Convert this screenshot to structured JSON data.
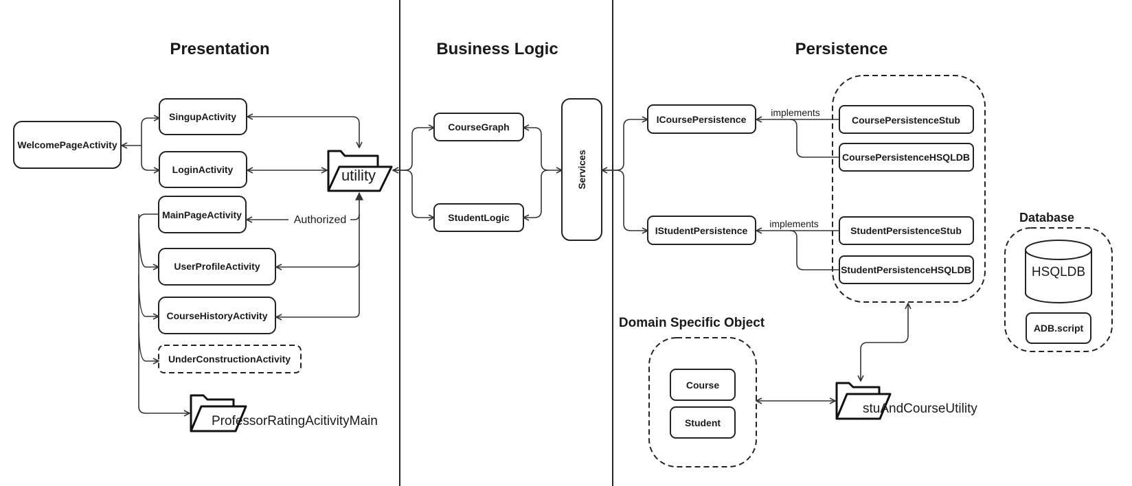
{
  "headers": {
    "presentation": "Presentation",
    "business": "Business Logic",
    "persistence": "Persistence",
    "domain": "Domain Specific Object",
    "database": "Database"
  },
  "presentation": {
    "welcome": "WelcomePageActivity",
    "signup": "SingupActivity",
    "login": "LoginActivity",
    "main": "MainPageActivity",
    "profile": "UserProfileActivity",
    "history": "CourseHistoryActivity",
    "construction": "UnderConstructionActivity",
    "professor": "ProfessorRatingAcitivityMain",
    "utility": "utility",
    "authorized": "Authorized"
  },
  "business": {
    "course_graph": "CourseGraph",
    "student_logic": "StudentLogic",
    "services": "Services"
  },
  "persistence": {
    "icourse": "ICoursePersistence",
    "istudent": "IStudentPersistence",
    "course_stub": "CoursePersistenceStub",
    "course_hsqldb": "CoursePersistenceHSQLDB",
    "student_stub": "StudentPersistenceStub",
    "student_hsqldb": "StudentPersistenceHSQLDB",
    "implements_1": "implements",
    "implements_2": "implements"
  },
  "domain": {
    "course": "Course",
    "student": "Student",
    "utility": "stuAndCourseUtility"
  },
  "database": {
    "hsqldb": "HSQLDB",
    "script": "ADB.script"
  }
}
